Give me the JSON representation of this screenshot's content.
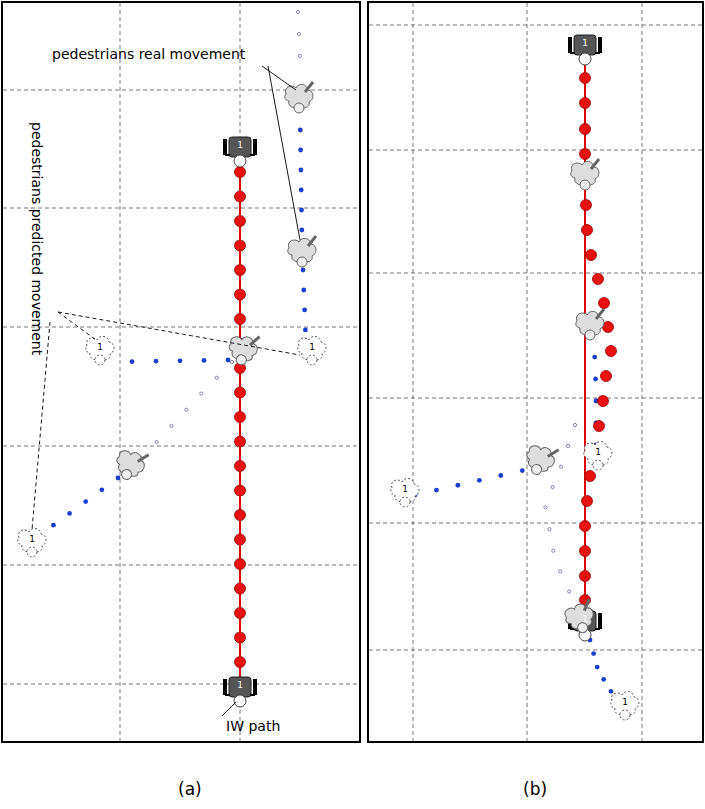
{
  "diagram": {
    "labels": [
      "pedestrians real movement",
      "pedestrians predicted movement",
      "IW path",
      "(a)",
      "(b)",
      "1",
      "1",
      "1",
      "1",
      "1",
      "1",
      "1",
      "1",
      "1",
      "1"
    ]
  }
}
